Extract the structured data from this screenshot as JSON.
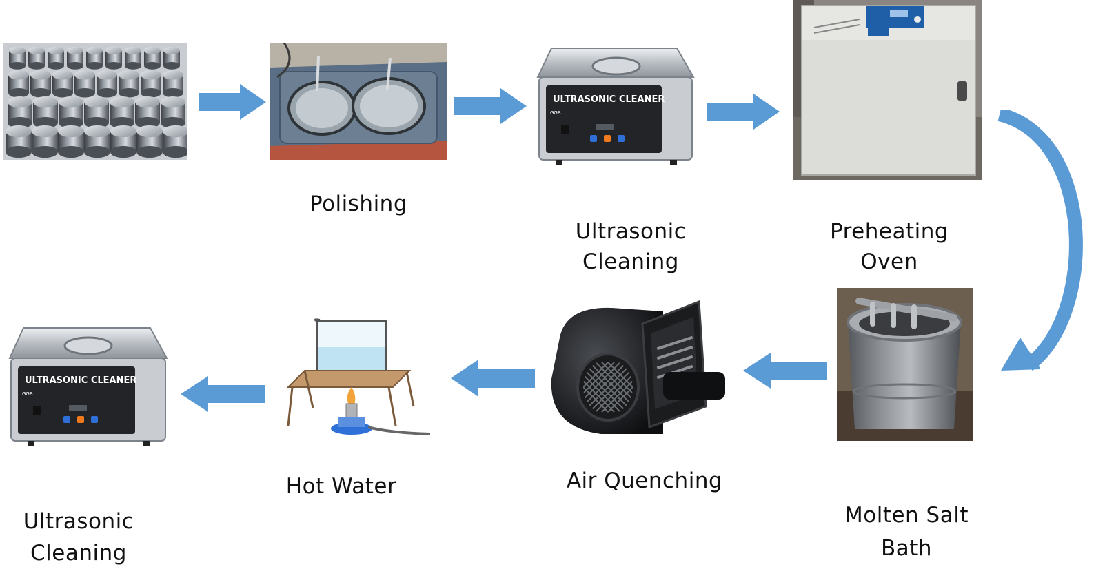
{
  "steps": [
    {
      "id": "samples",
      "label": ""
    },
    {
      "id": "polishing",
      "label": "Polishing"
    },
    {
      "id": "ultrasonic-cleaning-1",
      "label": "Ultrasonic\nCleaning"
    },
    {
      "id": "preheating-oven",
      "label": "Preheating\nOven"
    },
    {
      "id": "molten-salt-bath",
      "label": "Molten Salt\nBath"
    },
    {
      "id": "air-quenching",
      "label": "Air Quenching"
    },
    {
      "id": "hot-water",
      "label": "Hot Water"
    },
    {
      "id": "ultrasonic-cleaning-2",
      "label": "Ultrasonic\nCleaning"
    }
  ],
  "device_text": {
    "cleaner_brand": "ULTRASONIC CLEANER",
    "cleaner_model": "GGB"
  },
  "colors": {
    "arrow": "#5b9bd5",
    "arrow_dark": "#3f7fbf",
    "steel": "#b9bec4",
    "dark_panel": "#222427",
    "oven_body": "#dcdcd8",
    "oven_accent": "#1f5fa8",
    "pad_blue": "#5a6f85",
    "base_red": "#b5543f",
    "water": "#bfe3f2",
    "flame": "#f2a33a"
  }
}
